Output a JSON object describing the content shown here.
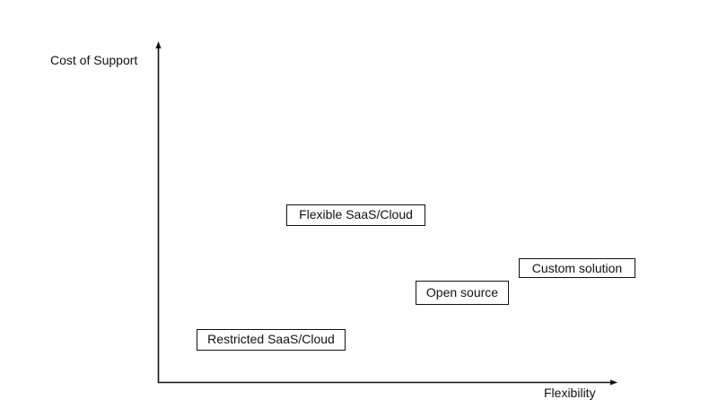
{
  "axes": {
    "y_label": "Cost of Support",
    "x_label": "Flexibility"
  },
  "options": {
    "flexible_saas": "Flexible SaaS/Cloud",
    "custom_solution": "Custom solution",
    "open_source": "Open source",
    "restricted_saas": "Restricted SaaS/Cloud"
  },
  "colors": {
    "line": "#111111",
    "background": "#ffffff"
  }
}
